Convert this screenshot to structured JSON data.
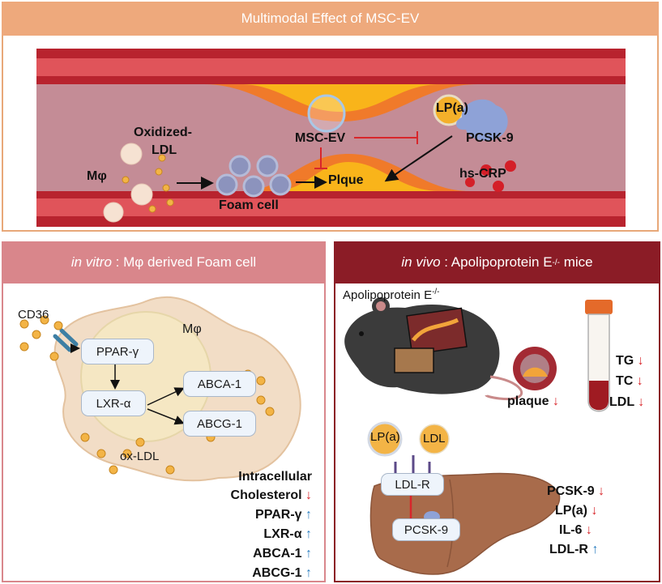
{
  "top": {
    "title": "Multimodal Effect of MSC-EV",
    "labels": {
      "oxidized1": "Oxidized-",
      "oxidized2": "LDL",
      "macrophage": "Mφ",
      "foam": "Foam cell",
      "plaque": "Plque",
      "mscev": "MSC-EV",
      "lpa": "LP(a)",
      "pcsk9": "PCSK-9",
      "hscrp": "hs-CRP"
    }
  },
  "left": {
    "header_italic": "in vitro",
    "header_rest": " : Mφ derived Foam cell",
    "cd36": "CD36",
    "macrophage": "Mφ",
    "oxldl": "ox-LDL",
    "boxes": {
      "ppar": "PPAR-γ",
      "lxr": "LXR-α",
      "abca": "ABCA-1",
      "abcg": "ABCG-1"
    },
    "results": [
      {
        "text": "Intracellular",
        "arrow": ""
      },
      {
        "text": "Cholesterol",
        "arrow": "↓"
      },
      {
        "text": "PPAR-γ",
        "arrow": "↑"
      },
      {
        "text": "LXR-α",
        "arrow": "↑"
      },
      {
        "text": "ABCA-1",
        "arrow": "↑"
      },
      {
        "text": "ABCG-1",
        "arrow": "↑"
      }
    ]
  },
  "right": {
    "header_italic": "in vivo",
    "header_rest": " : Apolipoprotein E",
    "header_sup": "-/-",
    "header_end": " mice",
    "mouse_label": "Apolipoprotein E",
    "mouse_sup": "-/-",
    "plaque": "plaque",
    "plaque_arrow": "↓",
    "tube_results": [
      {
        "text": "TG",
        "arrow": "↓"
      },
      {
        "text": "TC",
        "arrow": "↓"
      },
      {
        "text": "LDL",
        "arrow": "↓"
      }
    ],
    "lpa": "LP(a)",
    "ldl": "LDL",
    "ldlr": "LDL-R",
    "pcsk9": "PCSK-9",
    "liver_results": [
      {
        "text": "PCSK-9",
        "arrow": "↓"
      },
      {
        "text": "LP(a)",
        "arrow": "↓"
      },
      {
        "text": "IL-6",
        "arrow": "↓"
      },
      {
        "text": "LDL-R",
        "arrow": "↑"
      }
    ]
  },
  "colors": {
    "top_header": "#eea97c",
    "left_header": "#d9868b",
    "right_header": "#8b1c26",
    "inhibit": "#d8262b",
    "increase": "#2d7fc1"
  }
}
